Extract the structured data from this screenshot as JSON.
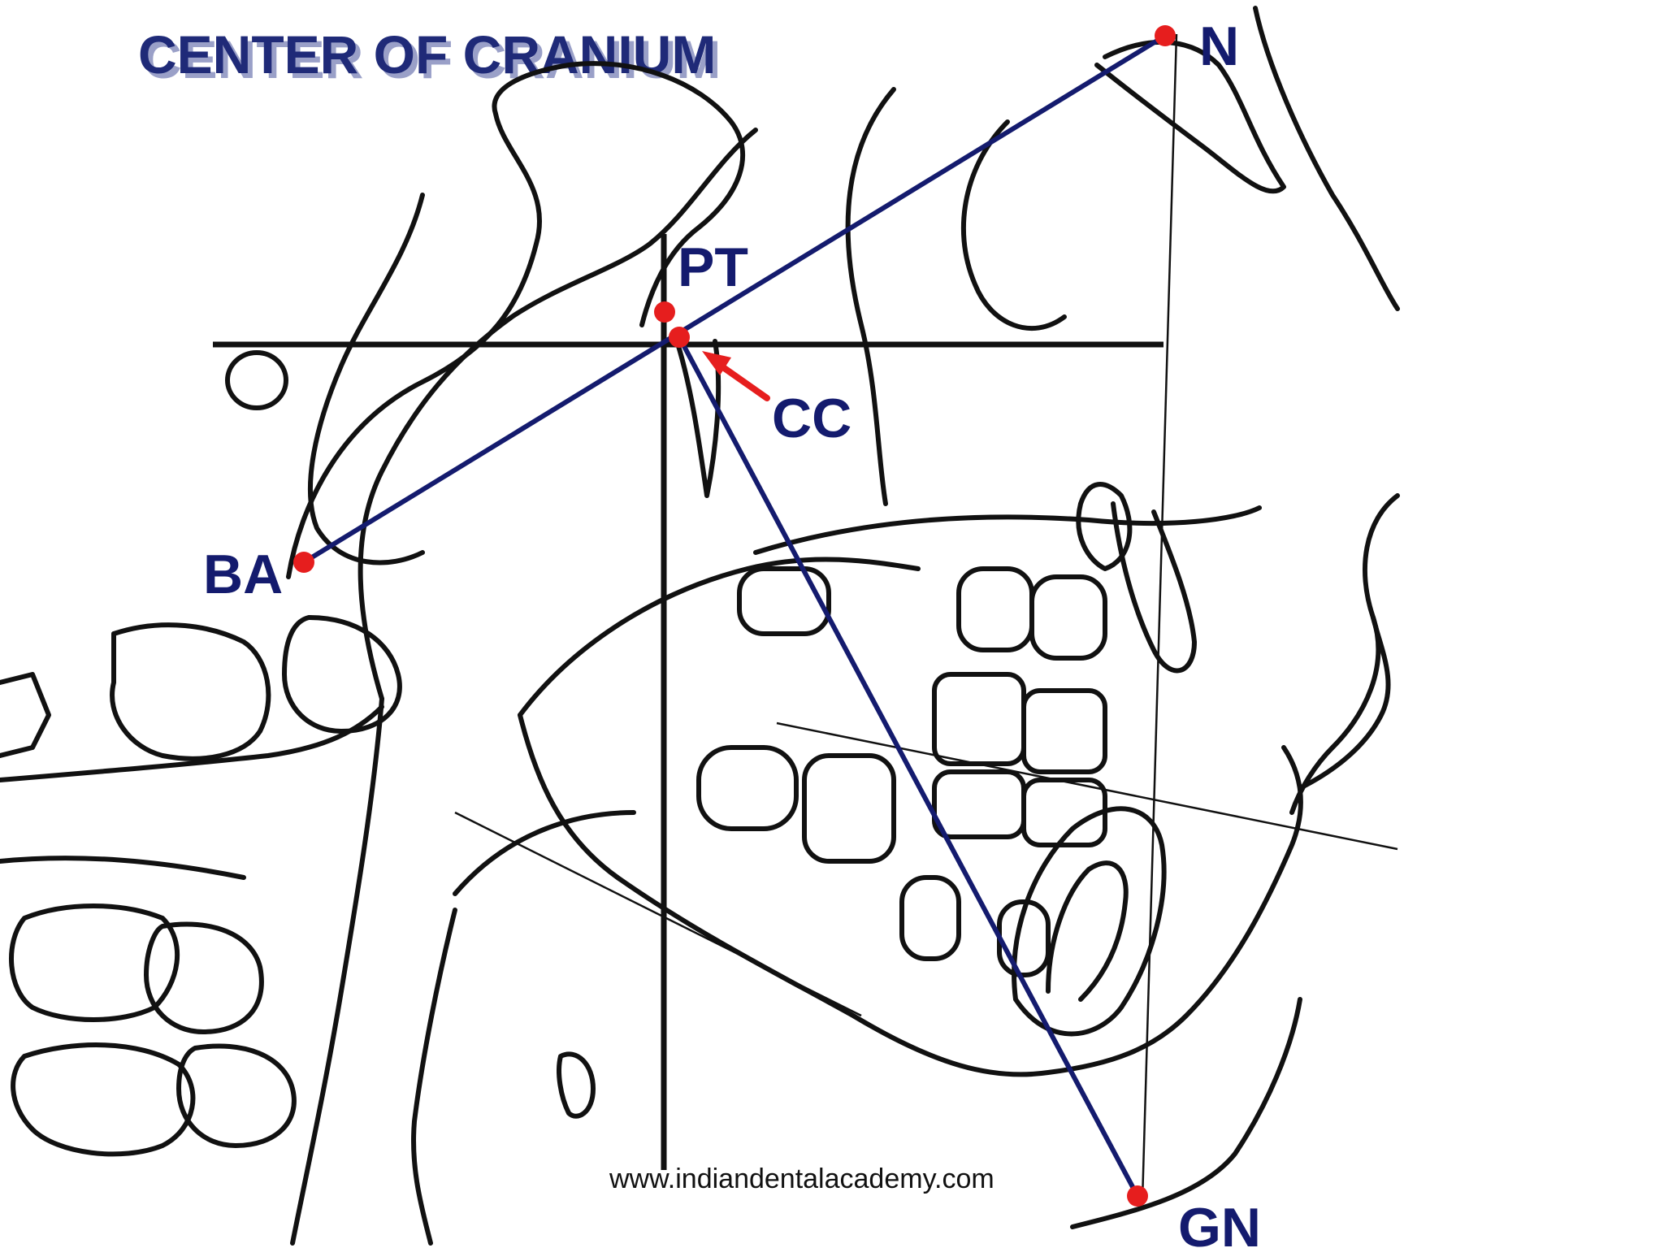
{
  "diagram": {
    "title": "CENTER OF CRANIUM",
    "watermark": "www.indiandentalacademy.com",
    "landmarks": {
      "n": "N",
      "pt": "PT",
      "cc": "CC",
      "ba": "BA",
      "gn": "GN"
    }
  },
  "colors": {
    "title_fill": "#1f2a78",
    "title_shadow": "#9aa0c8",
    "label": "#141b6e",
    "construction_line": "#141b6e",
    "tracing": "#111111",
    "landmark_dot": "#e61e1e",
    "arrow": "#e61e1e"
  }
}
